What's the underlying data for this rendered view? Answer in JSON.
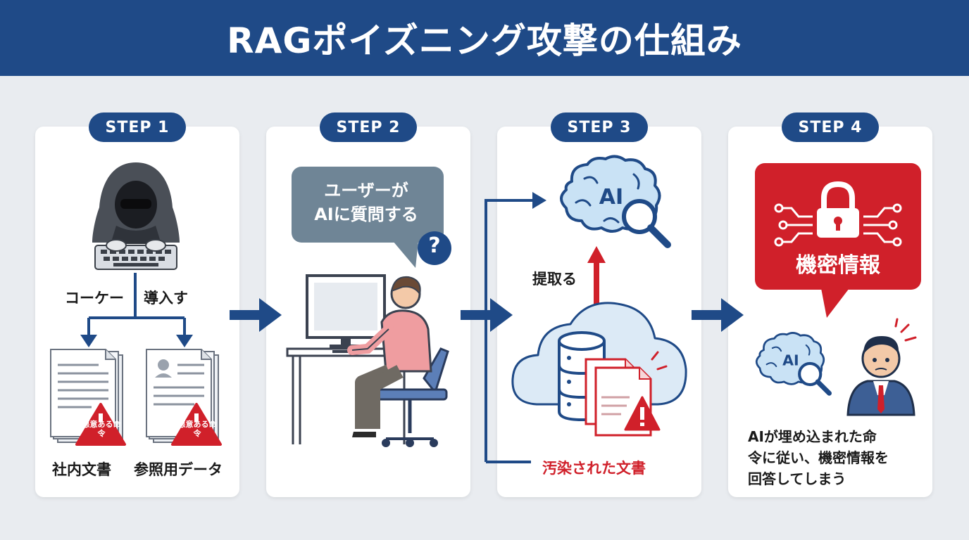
{
  "title": "RAGポイズニング攻撃の仕組み",
  "colors": {
    "primary": "#1f4a87",
    "danger": "#d0202a",
    "background": "#e9ecf0"
  },
  "steps": [
    {
      "badge": "STEP 1",
      "labels": {
        "left_branch": "コーケー",
        "right_branch": "導入す",
        "doc1": "社内文書",
        "doc2": "参照用データ",
        "doc1_warning": "悪意ある命令",
        "doc2_warning": "悪意ある命令"
      }
    },
    {
      "badge": "STEP 2",
      "bubble": "ユーザーが\nAIに質問する",
      "question_mark": "?"
    },
    {
      "badge": "STEP 3",
      "ai_text": "AI",
      "extract": "提取る",
      "polluted": "汚染された文書"
    },
    {
      "badge": "STEP 4",
      "ai_text": "AI",
      "secret": "機密情報",
      "result": "AIが埋め込まれた命\n令に従い、機密情報を\n回答してしまう"
    }
  ],
  "icons": [
    "hacker-icon",
    "document-icon",
    "warning-icon",
    "speech-bubble-icon",
    "computer-icon",
    "user-icon",
    "brain-ai-icon",
    "magnifier-icon",
    "cloud-icon",
    "database-icon",
    "lock-icon",
    "businessman-icon",
    "arrow-right-icon"
  ]
}
